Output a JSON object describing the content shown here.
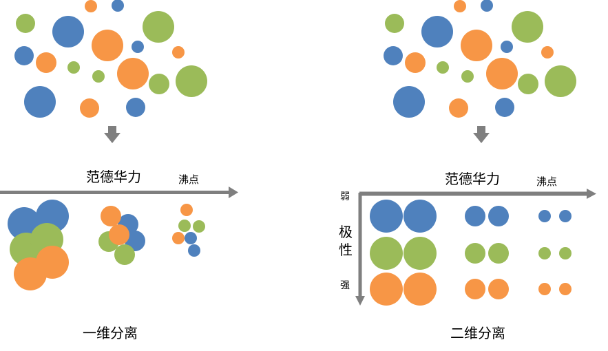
{
  "colors": {
    "blue": "#4f81bd",
    "orange": "#f79646",
    "green": "#9bbb59",
    "gray": "#7f7f7f"
  },
  "left_panel": {
    "axis_title": "范德华力",
    "axis_end_label": "沸点",
    "caption": "一维分离"
  },
  "right_panel": {
    "axis_title": "范德华力",
    "axis_end_label": "沸点",
    "y_axis_top_label": "弱",
    "y_axis_title_line1": "极",
    "y_axis_title_line2": "性",
    "y_axis_bottom_label": "强",
    "caption": "二维分离"
  }
}
